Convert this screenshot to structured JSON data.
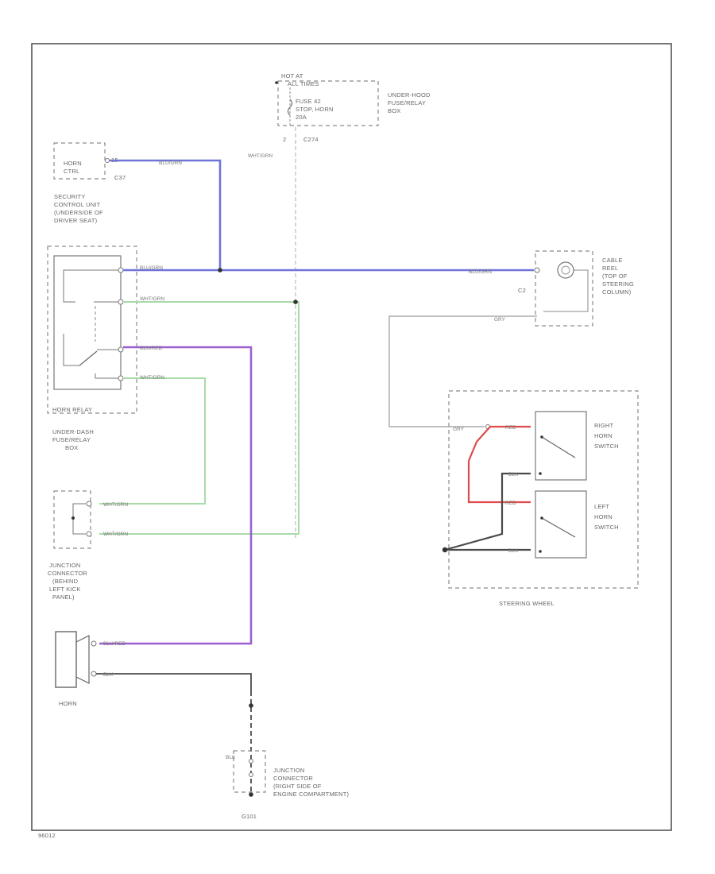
{
  "diagram": {
    "hot_at": "HOT AT",
    "hot_at_sub": "ALL TIMES",
    "fuse": [
      "FUSE 42",
      "STOP, HORN",
      "20A"
    ],
    "underhood_box": [
      "UNDER-HOOD",
      "FUSE/RELAY",
      "BOX"
    ],
    "pin_2": "2",
    "c_top": "C274",
    "horn_ctrl": [
      "HORN",
      "CTRL"
    ],
    "pin_a": "15",
    "c_horn_ctrl": "C37",
    "wire_blu_grn": "BLU/GRN",
    "wire_wht_grn": "WHT/GRN",
    "wire_blu_red": "BLU/RED",
    "wire_gry": "GRY",
    "wire_red": "RED",
    "wire_blk": "BLK",
    "security_unit": [
      "SECURITY",
      "CONTROL UNIT",
      "(UNDERSIDE OF",
      "DRIVER SEAT)"
    ],
    "horn_relay": "HORN RELAY",
    "underdash_box": [
      "UNDER-DASH",
      "FUSE/RELAY",
      "BOX"
    ],
    "cable_reel": [
      "CABLE",
      "REEL",
      "(TOP OF",
      "STEERING",
      "COLUMN)"
    ],
    "c_reel": "C2",
    "right_horn_switch": [
      "RIGHT",
      "HORN",
      "SWITCH"
    ],
    "left_horn_switch": [
      "LEFT",
      "HORN",
      "SWITCH"
    ],
    "steering_wheel": "STEERING WHEEL",
    "junction_kick": [
      "JUNCTION",
      "CONNECTOR",
      "(BEHIND",
      "LEFT KICK",
      "PANEL)"
    ],
    "horn": "HORN",
    "junction_engine": [
      "JUNCTION",
      "CONNECTOR",
      "(RIGHT SIDE OF",
      "ENGINE COMPARTMENT)"
    ],
    "ground": "G101",
    "footer_code": "96012"
  },
  "colors": {
    "blue_wire": "#6e74d8",
    "green_wire": "#a7dca7",
    "purple_wire": "#9b5fd0",
    "red_wire": "#e04a4a",
    "black_wire": "#4a4a4a",
    "gray_wire": "#9a9a9a"
  }
}
